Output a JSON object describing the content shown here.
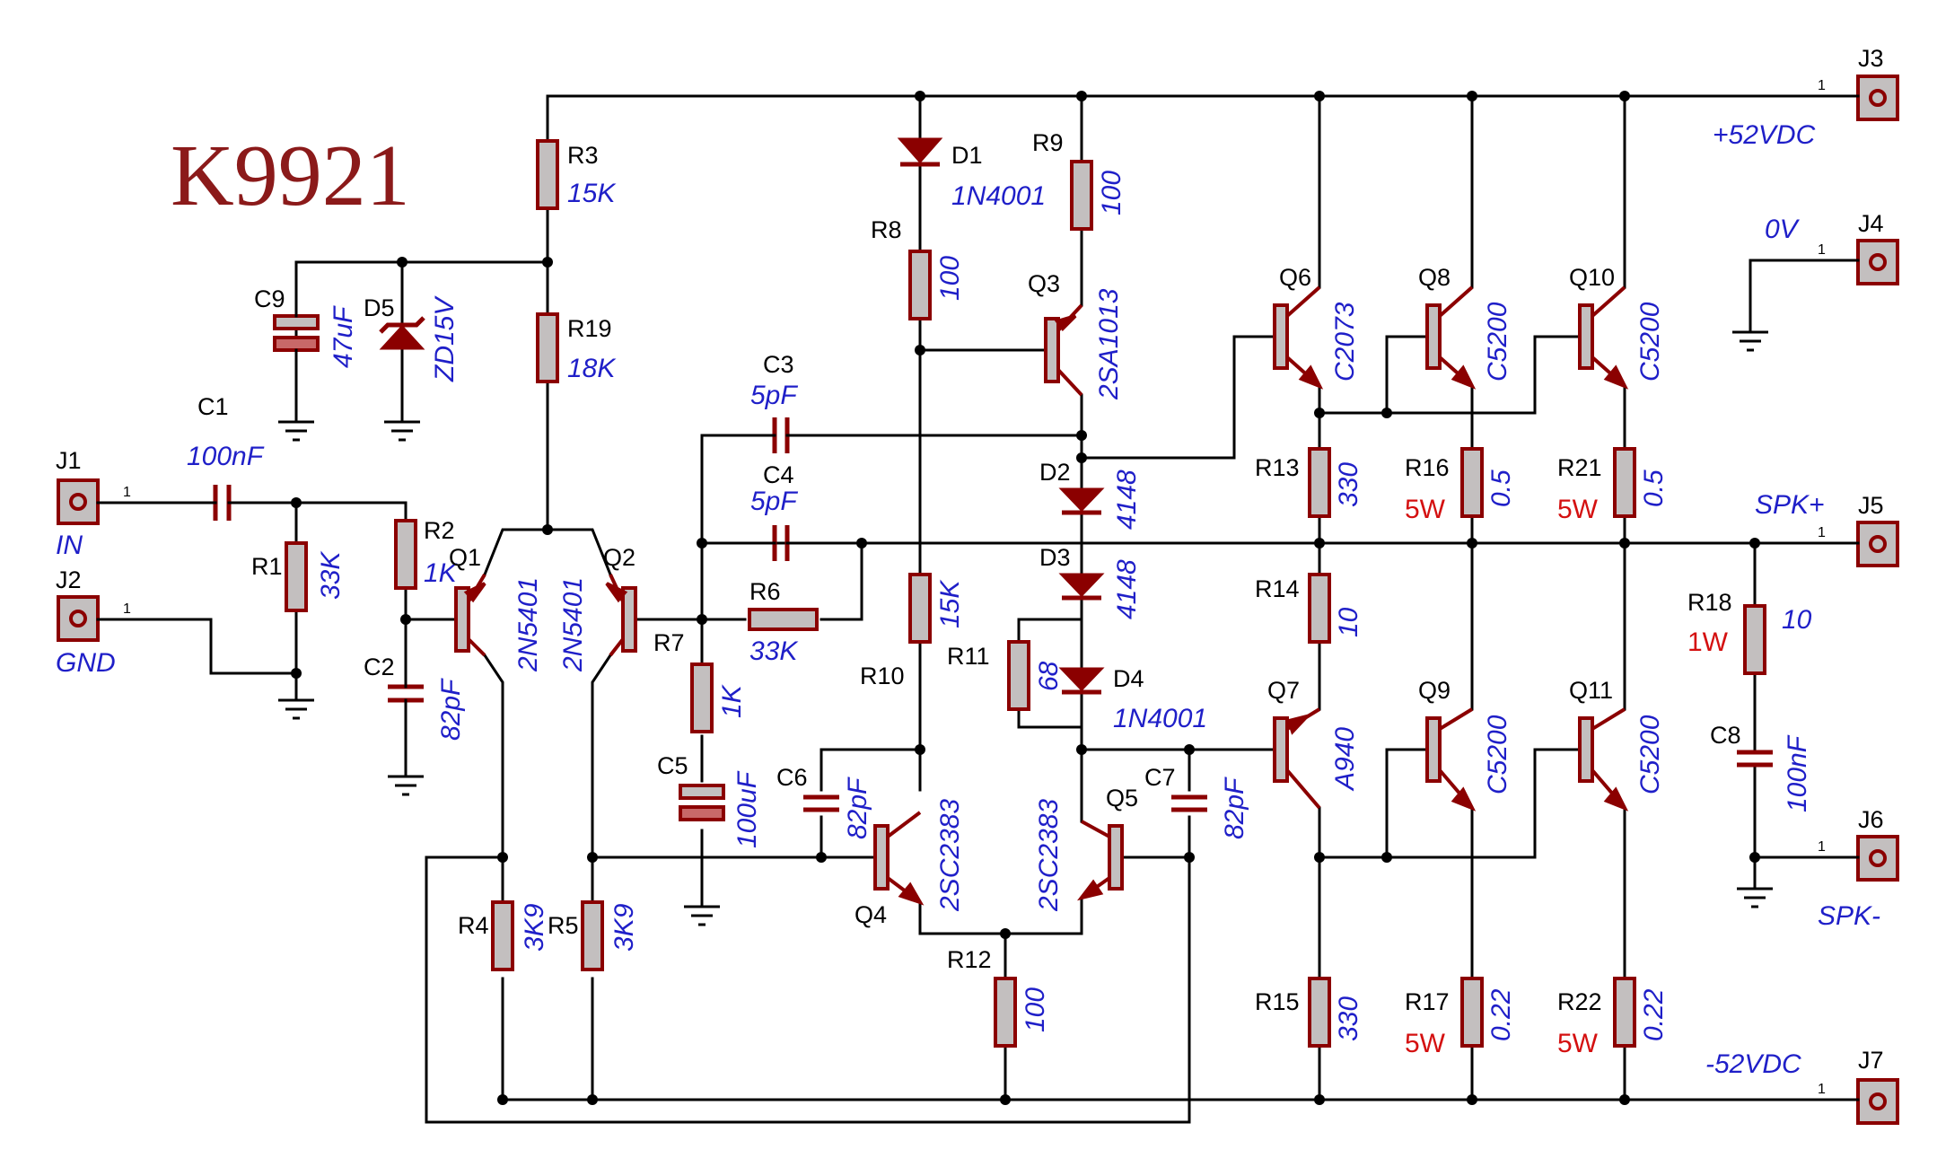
{
  "title": "K9921",
  "connectors": [
    {
      "ref": "J1",
      "label": "IN"
    },
    {
      "ref": "J2",
      "label": "GND"
    },
    {
      "ref": "J3",
      "label": "+52VDC"
    },
    {
      "ref": "J4",
      "label": "0V"
    },
    {
      "ref": "J5",
      "label": "SPK+"
    },
    {
      "ref": "J6",
      "label": "SPK-"
    },
    {
      "ref": "J7",
      "label": "-52VDC"
    }
  ],
  "pin_label": "1",
  "resistors": [
    {
      "ref": "R1",
      "value": "33K"
    },
    {
      "ref": "R2",
      "value": "1K"
    },
    {
      "ref": "R3",
      "value": "15K"
    },
    {
      "ref": "R4",
      "value": "3K9"
    },
    {
      "ref": "R5",
      "value": "3K9"
    },
    {
      "ref": "R6",
      "value": "33K"
    },
    {
      "ref": "R7",
      "value": "1K"
    },
    {
      "ref": "R8",
      "value": "100"
    },
    {
      "ref": "R9",
      "value": "100"
    },
    {
      "ref": "R10",
      "value": "15K"
    },
    {
      "ref": "R11",
      "value": "68"
    },
    {
      "ref": "R12",
      "value": "100"
    },
    {
      "ref": "R13",
      "value": "330"
    },
    {
      "ref": "R14",
      "value": "10"
    },
    {
      "ref": "R15",
      "value": "330"
    },
    {
      "ref": "R16",
      "value": "0.5",
      "power": "5W"
    },
    {
      "ref": "R17",
      "value": "0.22",
      "power": "5W"
    },
    {
      "ref": "R18",
      "value": "10",
      "power": "1W"
    },
    {
      "ref": "R19",
      "value": "18K"
    },
    {
      "ref": "R21",
      "value": "0.5",
      "power": "5W"
    },
    {
      "ref": "R22",
      "value": "0.22",
      "power": "5W"
    }
  ],
  "capacitors": [
    {
      "ref": "C1",
      "value": "100nF"
    },
    {
      "ref": "C2",
      "value": "82pF"
    },
    {
      "ref": "C3",
      "value": "5pF"
    },
    {
      "ref": "C4",
      "value": "5pF"
    },
    {
      "ref": "C5",
      "value": "100uF"
    },
    {
      "ref": "C6",
      "value": "82pF"
    },
    {
      "ref": "C7",
      "value": "82pF"
    },
    {
      "ref": "C8",
      "value": "100nF"
    },
    {
      "ref": "C9",
      "value": "47uF"
    }
  ],
  "diodes": [
    {
      "ref": "D1",
      "value": "1N4001"
    },
    {
      "ref": "D2",
      "value": "4148"
    },
    {
      "ref": "D3",
      "value": "4148"
    },
    {
      "ref": "D4",
      "value": "1N4001"
    },
    {
      "ref": "D5",
      "value": "ZD15V"
    }
  ],
  "transistors": [
    {
      "ref": "Q1",
      "value": "2N5401"
    },
    {
      "ref": "Q2",
      "value": "2N5401"
    },
    {
      "ref": "Q3",
      "value": "2SA1013"
    },
    {
      "ref": "Q4",
      "value": "2SC2383"
    },
    {
      "ref": "Q5",
      "value": "2SC2383"
    },
    {
      "ref": "Q6",
      "value": "C2073"
    },
    {
      "ref": "Q7",
      "value": "A940"
    },
    {
      "ref": "Q8",
      "value": "C5200"
    },
    {
      "ref": "Q9",
      "value": "C5200"
    },
    {
      "ref": "Q10",
      "value": "C5200"
    },
    {
      "ref": "Q11",
      "value": "C5200"
    }
  ],
  "colors": {
    "wire": "#000000",
    "part": "#8b0000",
    "fill": "#c3bfbf",
    "value": "#1f1fc8",
    "power": "#d41010",
    "title": "#8b1a1a"
  }
}
